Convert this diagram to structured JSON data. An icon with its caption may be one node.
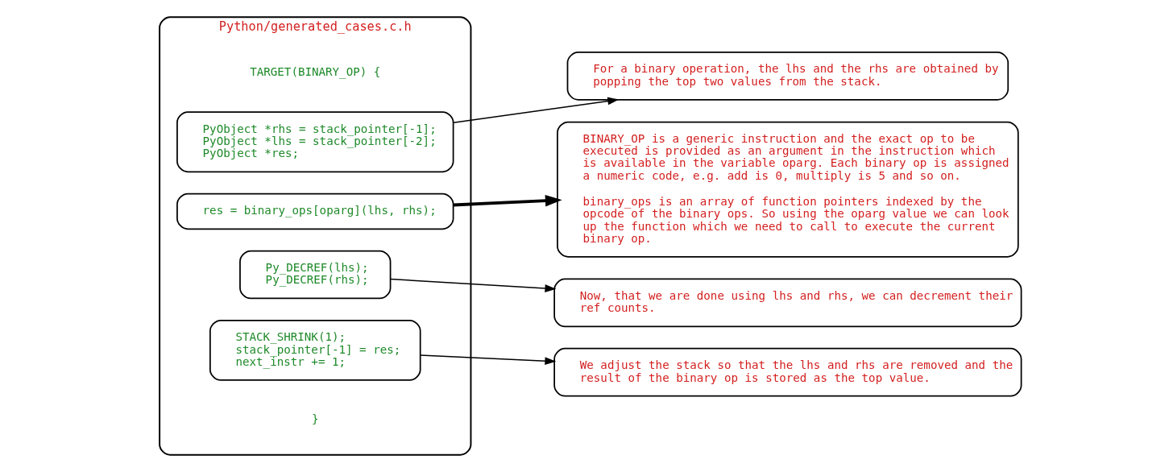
{
  "diagram": {
    "nodes": [
      {
        "text": [
          "Python/generated_cases.c.h"
        ]
      },
      {
        "text": [
          "PyObject *rhs = stack_pointer[-1]; PyObject *lhs = stack_pointer[-2]; PyObject *res;"
        ],
        "in": 0
      },
      {
        "text": [
          "res = binary_ops[oparg](lhs, rhs);"
        ],
        "in": 0
      },
      {
        "text": [
          "Py_DECREF(lhs); Py_DECREF(rhs);"
        ],
        "in": 0
      },
      {
        "text": [
          "STACK_SHRINK(1); stack_pointer[-1] = res; next_instr += 1;"
        ],
        "in": 0
      },
      {
        "text": [
          "For a binary operation, the lhs and the rhs are obtained by popping the top two values from the stack."
        ]
      },
      {
        "text": [
          "BINARY_OP is a generic instruction and the exact op to be executed is provided as an argument in the instruction which is available in the variable oparg. Each binary op is assigned a numeric code, e.g. add is 0, multiply is 5 and so on.",
          "binary_ops is an array of function pointers indexed by the opcode of the binary ops. So using the oparg value we can look up the function which we need to call to execute the current binary op."
        ]
      },
      {
        "text": [
          "Now, that we are done using lhs and rhs, we can decrement their ref counts."
        ]
      },
      {
        "text": [
          "We adjust the stack so that the lhs and rhs are removed and the result of the binary op is stored as the top value."
        ]
      }
    ],
    "edges": [
      {
        "from": 1,
        "to": 5,
        "arrow": "to"
      },
      {
        "from": 2,
        "to": 6,
        "arrow": "to",
        "style": "thick"
      },
      {
        "from": 3,
        "to": 7,
        "arrow": "to"
      },
      {
        "from": 4,
        "to": 8,
        "arrow": "to"
      }
    ],
    "labels": [
      "TARGET(BINARY_OP) {",
      "}"
    ]
  }
}
